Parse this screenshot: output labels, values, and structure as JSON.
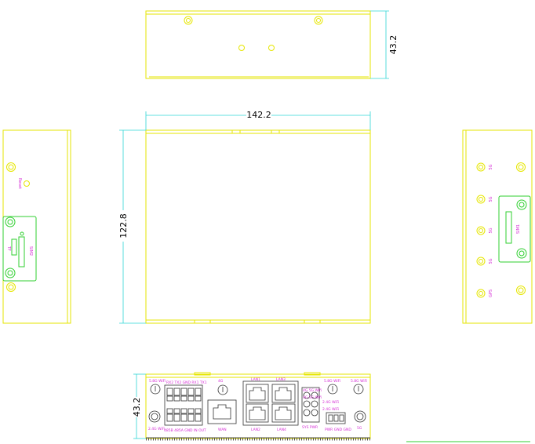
{
  "dimensions": {
    "top_height": "43.2",
    "width": "142.2",
    "depth": "122.8",
    "front_height": "43.2"
  },
  "left_view": {
    "reset_label": "Reset",
    "sim2_label": "SIM2",
    "tf_label": "TF"
  },
  "right_view": {
    "ports": [
      "5G",
      "5G",
      "5G",
      "5G",
      "GPS"
    ],
    "sim1_label": "SIM1"
  },
  "front_view": {
    "top_labels": {
      "wifi_left": "5.8G WiFi",
      "terminal": "RX2 TX2 GND RX1 TX1",
      "antenna": "4G",
      "lan1": "LAN1",
      "lan3": "LAN3",
      "wifi_right1": "5.8G WiFi",
      "wifi_right2": "5.8G WiFi"
    },
    "led_labels": {
      "led1": "4G 5G Wifi",
      "led2": "4G 5G Wifi",
      "wifi24": "2.4G WiFi",
      "wifi24b": "2.4G WiFi"
    },
    "bottom_labels": {
      "wifi_left": "2.4G WiFi",
      "terminal": "485B 485A GND IN OUT",
      "wan": "WAN",
      "lan2": "LAN2",
      "lan4": "LAN4",
      "sys": "SYS PWR",
      "power": "PWR GND GND",
      "gps": "5G"
    }
  }
}
